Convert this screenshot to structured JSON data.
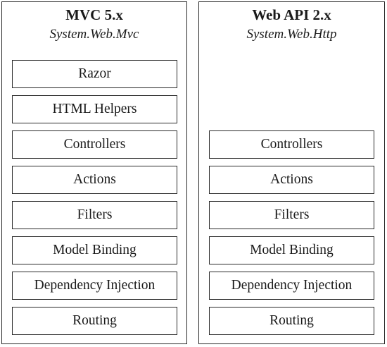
{
  "mvc": {
    "title": "MVC 5.x",
    "namespace": "System.Web.Mvc",
    "layers": [
      "Razor",
      "HTML Helpers",
      "Controllers",
      "Actions",
      "Filters",
      "Model Binding",
      "Dependency Injection",
      "Routing"
    ]
  },
  "webapi": {
    "title": "Web API 2.x",
    "namespace": "System.Web.Http",
    "layers": [
      "Controllers",
      "Actions",
      "Filters",
      "Model Binding",
      "Dependency Injection",
      "Routing"
    ]
  }
}
